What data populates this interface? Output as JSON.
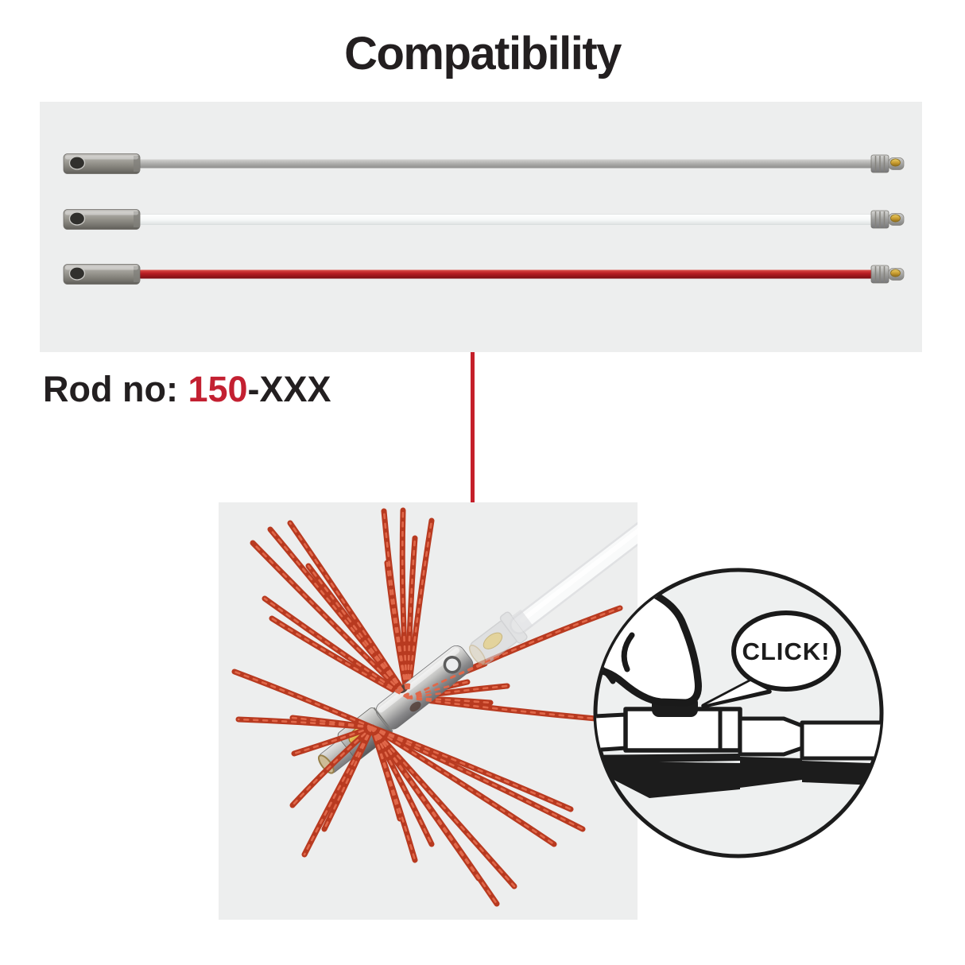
{
  "title": "Compatibility",
  "rod_label": {
    "prefix": "Rod no: ",
    "number": "150",
    "suffix": "-XXX"
  },
  "panels": {
    "compatibility": {
      "background": "#edeeee"
    },
    "brush_detail": {
      "background": "#edeeee"
    }
  },
  "rods": [
    {
      "id": "grey-rod",
      "color": "#b0b0ae"
    },
    {
      "id": "white-rod",
      "color": "#f6f8f8"
    },
    {
      "id": "red-rod",
      "color": "#b81d23"
    }
  ],
  "click_illustration": {
    "bubble_text": "CLICK!"
  },
  "colors": {
    "accent_red": "#c5202a",
    "label_number_red": "#c32031",
    "ink_black": "#1c1c1c",
    "bristle_red": "#b83a20",
    "brass_gold": "#c79a2e",
    "metal_grey": "#9e9e9c"
  }
}
